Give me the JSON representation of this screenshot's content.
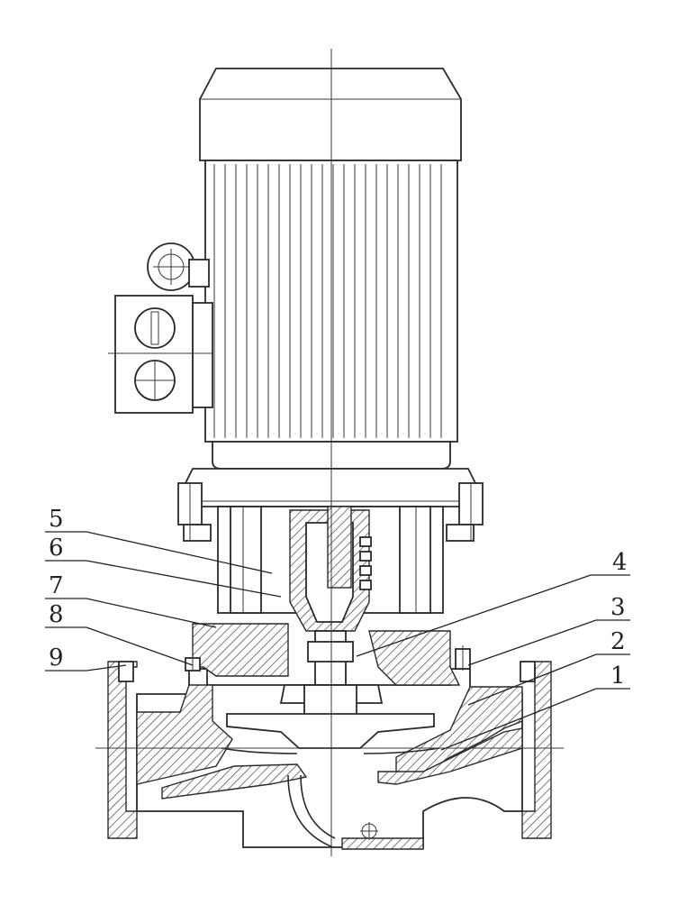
{
  "callouts": [
    {
      "id": "5",
      "text": "5"
    },
    {
      "id": "6",
      "text": "6"
    },
    {
      "id": "7",
      "text": "7"
    },
    {
      "id": "8",
      "text": "8"
    },
    {
      "id": "9",
      "text": "9"
    },
    {
      "id": "4",
      "text": "4"
    },
    {
      "id": "3",
      "text": "3"
    },
    {
      "id": "2",
      "text": "2"
    },
    {
      "id": "1",
      "text": "1"
    }
  ],
  "colors": {
    "line": "#2a2a2a",
    "background": "#ffffff"
  }
}
